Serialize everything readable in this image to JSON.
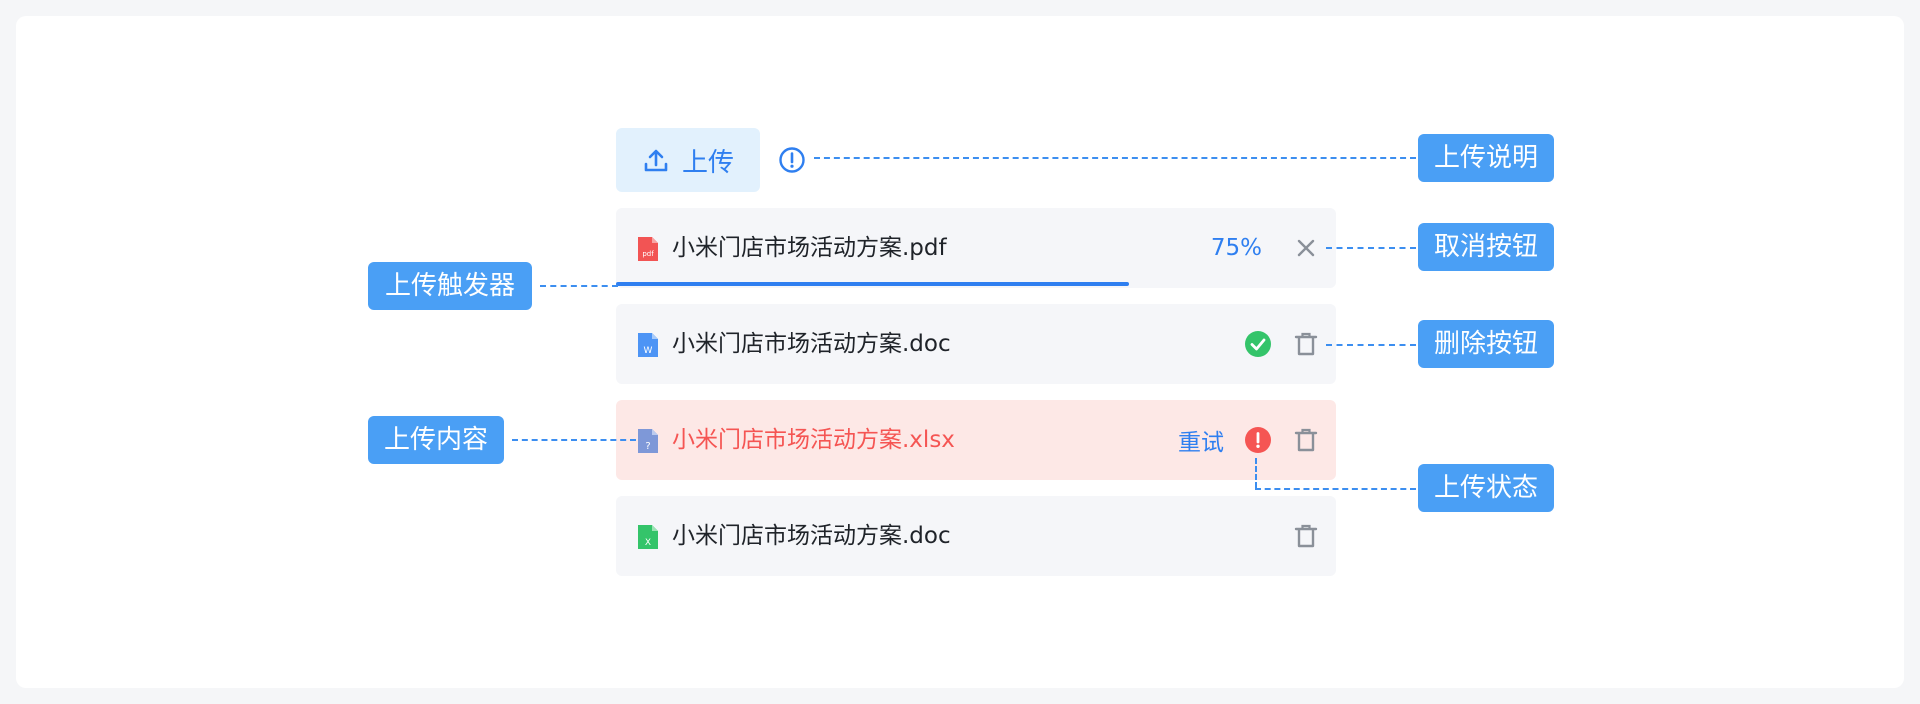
{
  "upload_button": {
    "label": "上传"
  },
  "files": [
    {
      "name": "小米门店市场活动方案.pdf",
      "type_icon": "pdf-file-icon",
      "icon_text": "pdf",
      "status": "uploading",
      "progress_text": "75%",
      "progress": 0.75
    },
    {
      "name": "小米门店市场活动方案.doc",
      "type_icon": "word-file-icon",
      "icon_text": "W",
      "status": "success"
    },
    {
      "name": "小米门店市场活动方案.xlsx",
      "type_icon": "unknown-file-icon",
      "icon_text": "?",
      "status": "error",
      "retry_label": "重试"
    },
    {
      "name": "小米门店市场活动方案.doc",
      "type_icon": "excel-file-icon",
      "icon_text": "X",
      "status": "done"
    }
  ],
  "annotations": {
    "upload_description": "上传说明",
    "cancel_button": "取消按钮",
    "delete_button": "删除按钮",
    "upload_status": "上传状态",
    "upload_trigger": "上传触发器",
    "upload_content": "上传内容"
  },
  "colors": {
    "primary": "#2f7ff0",
    "tag": "#4a9ff5",
    "error": "#f55553",
    "success": "#34c46a",
    "pdf": "#f25454",
    "word": "#4d94f5",
    "excel": "#34c46a",
    "unknown": "#7e98d8"
  }
}
